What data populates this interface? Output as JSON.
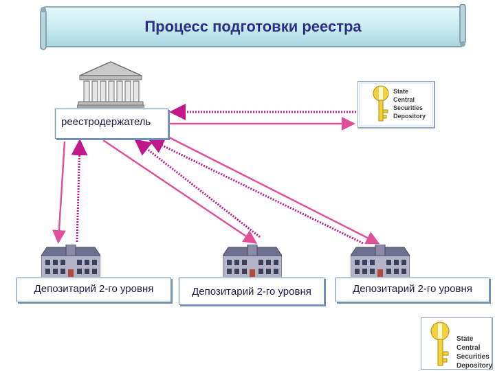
{
  "title": "Процесс подготовки реестра",
  "registrar": {
    "label": "реестродержатель"
  },
  "depositories": [
    {
      "label": "Депозитарий 2-го уровня"
    },
    {
      "label": "Депозитарий 2-го уровня"
    },
    {
      "label": "Депозитарий 2-го уровня"
    }
  ],
  "logo": {
    "line1": "State",
    "line2": "Central",
    "line3": "Securities",
    "line4": "Depository"
  },
  "colors": {
    "title": "#2b2f86",
    "solid_arrow": "#e0509a",
    "dotted_arrow": "#c0178a",
    "banner": "#cfeff3",
    "logo_yellow": "#f2d23a"
  },
  "icons": {
    "registrar_building": "greek-temple-icon",
    "depository_building": "office-building-icon",
    "logo": "key-logo-icon"
  }
}
